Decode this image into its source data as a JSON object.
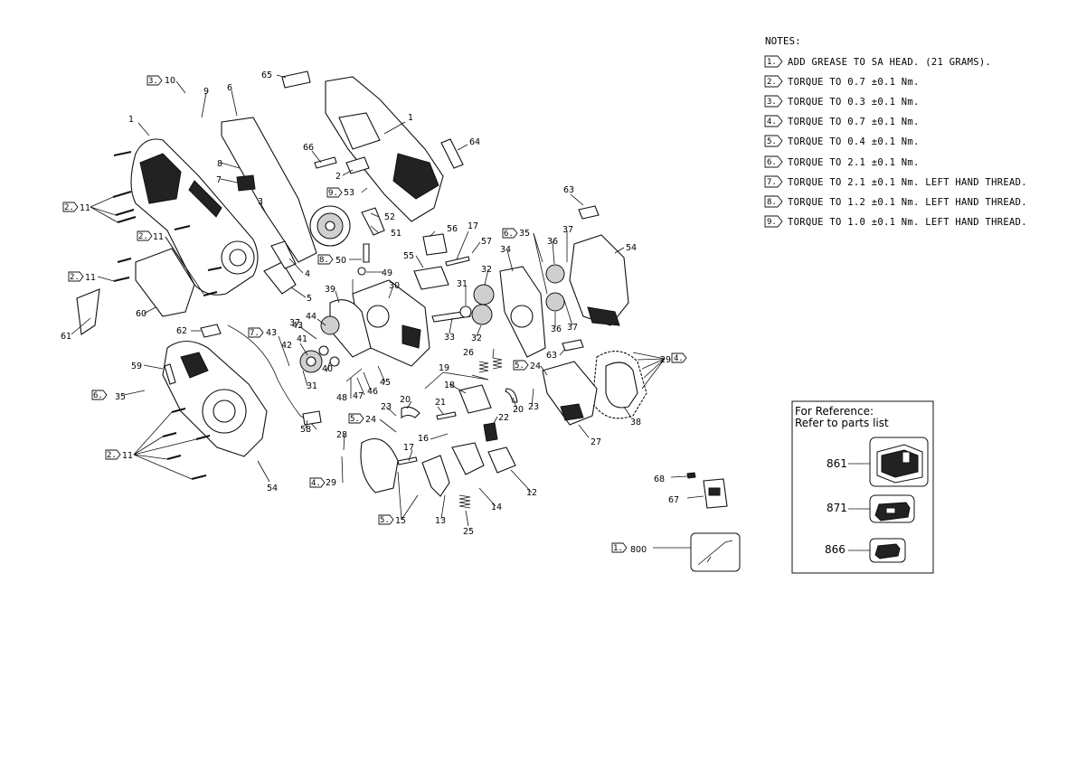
{
  "notes": {
    "title": "NOTES:",
    "items": [
      {
        "num": "1.",
        "text": "ADD GREASE TO SA HEAD. (21 GRAMS)."
      },
      {
        "num": "2.",
        "text": "TORQUE TO 0.7 ±0.1 Nm."
      },
      {
        "num": "3.",
        "text": "TORQUE TO 0.3 ±0.1 Nm."
      },
      {
        "num": "4.",
        "text": "TORQUE TO 0.7 ±0.1 Nm."
      },
      {
        "num": "5.",
        "text": "TORQUE TO 0.4 ±0.1 Nm."
      },
      {
        "num": "6.",
        "text": "TORQUE TO 2.1 ±0.1 Nm."
      },
      {
        "num": "7.",
        "text": "TORQUE TO 2.1 ±0.1 Nm. LEFT HAND THREAD."
      },
      {
        "num": "8.",
        "text": "TORQUE TO 1.2 ±0.1 Nm. LEFT HAND THREAD."
      },
      {
        "num": "9.",
        "text": "TORQUE TO 1.0 ±0.1 Nm. LEFT HAND THREAD."
      }
    ]
  },
  "reference": {
    "title_line1": "For Reference:",
    "title_line2": "Refer to parts list",
    "items": [
      "861",
      "871",
      "866"
    ]
  },
  "callouts": [
    "1",
    "1",
    "2",
    "3",
    "4",
    "5",
    "6",
    "7",
    "8",
    "9",
    "10",
    "11",
    "11",
    "11",
    "11",
    "12",
    "13",
    "14",
    "15",
    "16",
    "17",
    "17",
    "18",
    "19",
    "20",
    "20",
    "21",
    "22",
    "23",
    "23",
    "24",
    "24",
    "25",
    "26",
    "27",
    "28",
    "29",
    "29",
    "30",
    "31",
    "31",
    "32",
    "32",
    "33",
    "34",
    "35",
    "35",
    "36",
    "36",
    "37",
    "37",
    "37",
    "38",
    "39",
    "40",
    "41",
    "42",
    "43",
    "43",
    "44",
    "45",
    "46",
    "47",
    "48",
    "49",
    "50",
    "51",
    "52",
    "53",
    "54",
    "54",
    "55",
    "56",
    "57",
    "58",
    "59",
    "60",
    "61",
    "62",
    "63",
    "63",
    "64",
    "65",
    "66",
    "67",
    "68",
    "800"
  ],
  "flags": [
    "3.",
    "2.",
    "2.",
    "2.",
    "2.",
    "9.",
    "8.",
    "7.",
    "6.",
    "6.",
    "5.",
    "5.",
    "5.",
    "4.",
    "4.",
    "1."
  ]
}
